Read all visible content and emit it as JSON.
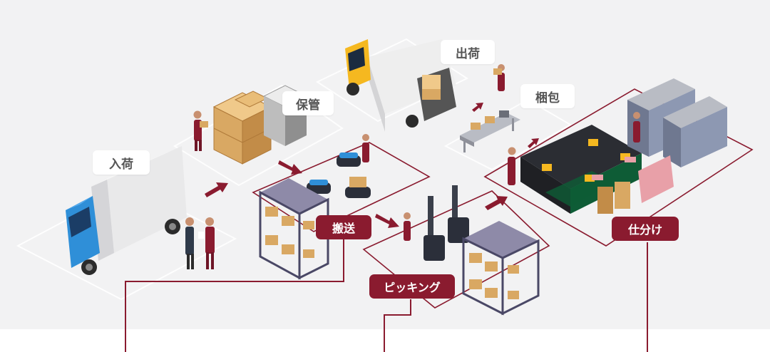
{
  "stages": {
    "receiving": "入荷",
    "storage": "保管",
    "shipping": "出荷",
    "packing": "梱包"
  },
  "processes": {
    "transport": "搬送",
    "picking": "ピッキング",
    "sorting": "仕分け"
  },
  "colors": {
    "accent": "#8a1b2f",
    "background": "#f2f2f3",
    "truck_cab_blue": "#2f8fd8",
    "truck_cab_yellow": "#f5b820",
    "crate_wood": "#d9a863"
  }
}
